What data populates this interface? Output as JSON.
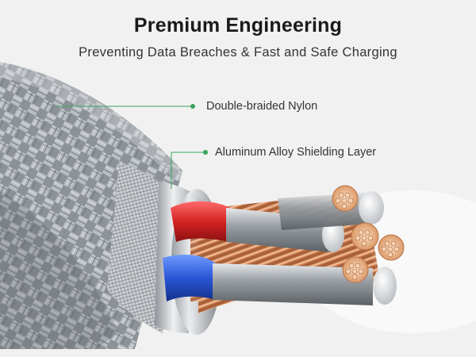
{
  "header": {
    "title": "Premium Engineering",
    "subtitle": "Preventing Data Breaches &  Fast and Safe Charging"
  },
  "callouts": [
    {
      "label": "Double-braided Nylon"
    },
    {
      "label": "Aluminum Alloy Shielding Layer"
    }
  ],
  "colors": {
    "accent_line": "#3aa35b",
    "braid": "#9ea3a8",
    "shield": "#c9ccd0",
    "copper": "#d9925f",
    "wire_red": "#d92b2b",
    "wire_blue": "#2a55d6",
    "background": "#f1f1f1"
  }
}
